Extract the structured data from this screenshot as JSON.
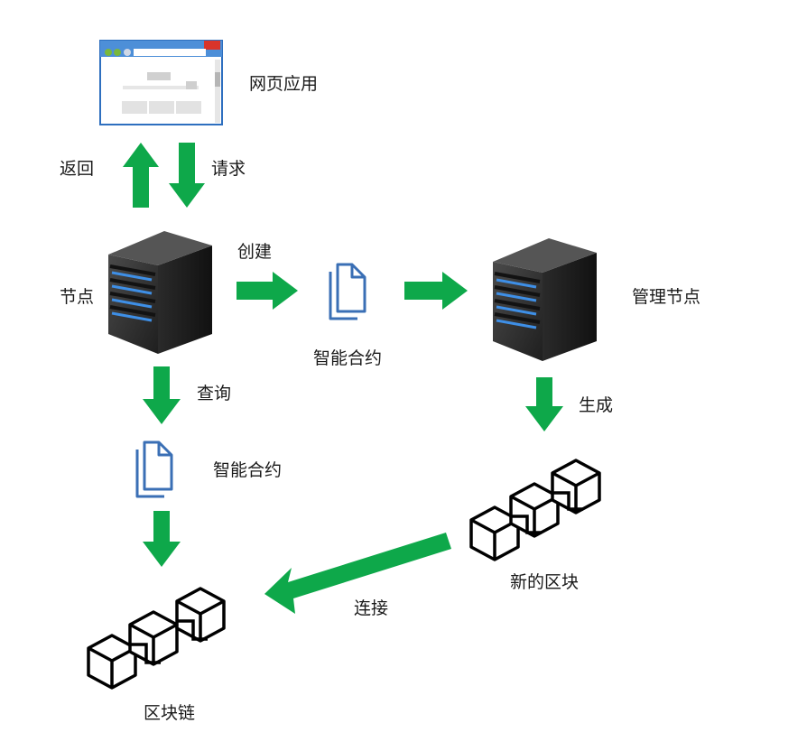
{
  "colors": {
    "arrow": "#0ea84a",
    "server_body": "#2b2b2b",
    "server_light": "#3e8fe6",
    "doc": "#3a6fb5",
    "block_stroke": "#000000"
  },
  "labels": {
    "web_app": "网页应用",
    "return": "返回",
    "request": "请求",
    "node": "节点",
    "create": "创建",
    "contract_top": "智能合约",
    "management_node": "管理节点",
    "query": "查询",
    "generate": "生成",
    "contract_left": "智能合约",
    "new_block": "新的区块",
    "connect": "连接",
    "blockchain": "区块链"
  },
  "icons": {
    "browser": "browser-window-icon",
    "server": "server-tower-icon",
    "document": "document-stack-icon",
    "blocks": "chained-blocks-icon"
  }
}
